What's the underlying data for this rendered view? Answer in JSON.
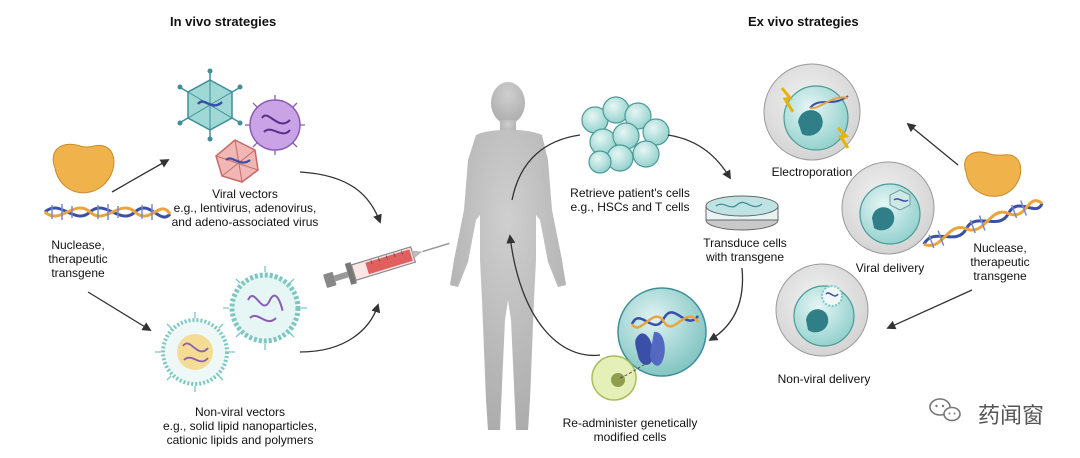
{
  "headings": {
    "in_vivo": "In vivo strategies",
    "ex_vivo": "Ex vivo strategies"
  },
  "in_vivo": {
    "nuclease": [
      "Nuclease,",
      "therapeutic",
      "transgene"
    ],
    "viral_vectors": [
      "Viral vectors",
      "e.g., lentivirus, adenovirus,",
      "and adeno-associated virus"
    ],
    "non_viral_vectors": [
      "Non-viral vectors",
      "e.g., solid lipid nanoparticles,",
      "cationic lipids and polymers"
    ]
  },
  "cycle": {
    "retrieve": [
      "Retrieve patient's cells",
      "e.g., HSCs and T cells"
    ],
    "transduce": [
      "Transduce cells",
      "with transgene"
    ],
    "readminister": [
      "Re-administer genetically",
      "modified cells"
    ]
  },
  "ex_vivo": {
    "electroporation": "Electroporation",
    "viral_delivery": "Viral delivery",
    "non_viral_delivery": "Non-viral delivery",
    "nuclease": [
      "Nuclease,",
      "therapeutic",
      "transgene"
    ]
  },
  "watermark": "药闻窗",
  "colors": {
    "protein": "#f0b24a",
    "dna_blue": "#3a4fa8",
    "dna_gold": "#e9a53c",
    "cell": "#bfe3e3",
    "nucleus": "#3f8f9a",
    "virus_teal": "#7cc7c2",
    "virus_purple": "#b48ad6",
    "virus_pink": "#e39a98",
    "syringe": "#e06060",
    "body": "#b9b9b9",
    "arrow": "#333333"
  }
}
